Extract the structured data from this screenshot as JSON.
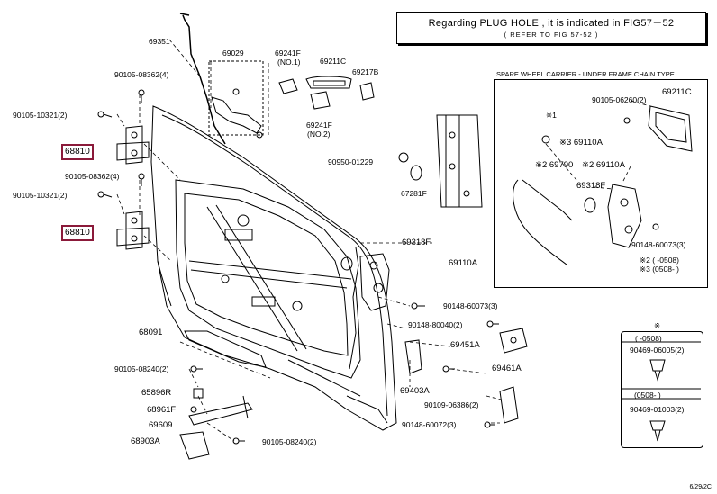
{
  "note": {
    "line1": "Regarding  PLUG  HOLE  , it  is  indicated  in  FIG57－52",
    "line2": "(    REFER TO FIG 57-52    )"
  },
  "spare_title": "SPARE WHEEL CARRIER - UNDER FRAME CHAIN TYPE",
  "labels": {
    "l69351": "69351",
    "l69029": "69029",
    "l69241f1": "69241F",
    "l69241f1n": "(NO.1)",
    "l69211c": "69211C",
    "l69217b": "69217B",
    "l69241f2": "69241F",
    "l69241f2n": "(NO.2)",
    "l90105_08362_a": "90105-08362(4)",
    "l90105_10321_a": "90105-10321(2)",
    "l68810_a": "68810",
    "l90105_08362_b": "90105-08362(4)",
    "l90105_10321_b": "90105-10321(2)",
    "l68810_b": "68810",
    "l90950_01229": "90950-01229",
    "l67281f": "67281F",
    "l69318f": "69318F",
    "l69110a": "69110A",
    "l90148_60073_a": "90148-60073(3)",
    "l90148_80040": "90148-80040(2)",
    "l69451a": "69451A",
    "l69461a": "69461A",
    "l69403a": "69403A",
    "l90109_06386": "90109-06386(2)",
    "l90148_60072": "90148-60072(3)",
    "l68091": "68091",
    "l90105_08240_a": "90105-08240(2)",
    "l65896r": "65896R",
    "l68961f": "68961F",
    "l69609": "69609",
    "l68903a": "68903A",
    "l90105_08240_b": "90105-08240(2)",
    "s90105_06260": "90105-06260(2)",
    "s69211c": "69211C",
    "s69110a_a": "※3 69110A",
    "s69790": "※2 69790",
    "s69110a_b": "※2 69110A",
    "s69318f": "69318F",
    "s90148_60073": "90148-60073(3)",
    "s_note2": "※2      (    -0508)",
    "s_note3": "※3 (0508-      )",
    "s_star1": "※1",
    "c_star": "※",
    "c_range1": "(     -0508)",
    "c_90469_06005": "90469-06005(2)",
    "c_range2": "(0508-     )",
    "c_90469_01003": "90469-01003(2)"
  },
  "footer": "6/29/2C"
}
